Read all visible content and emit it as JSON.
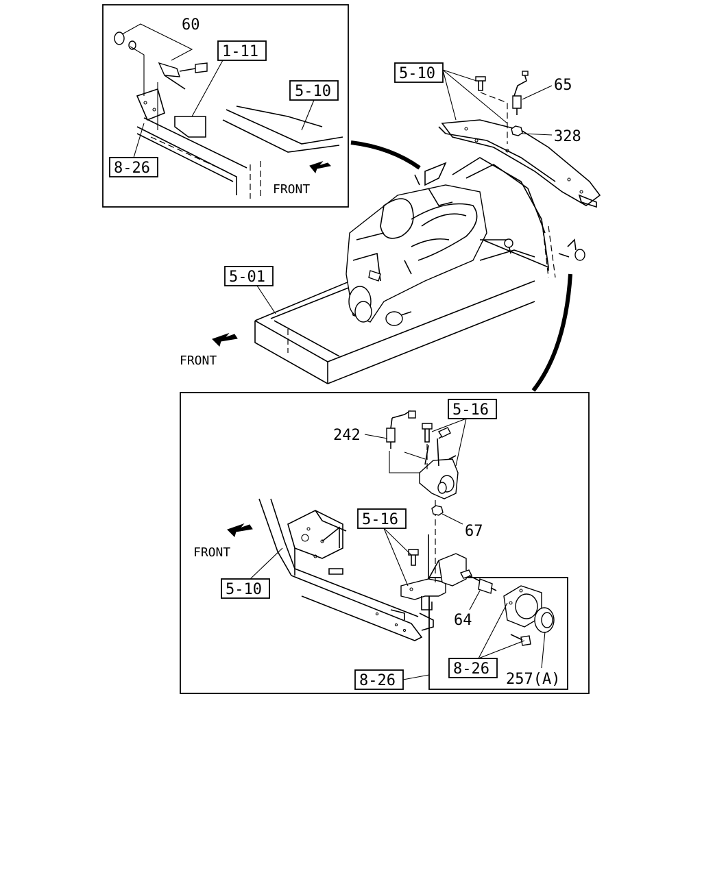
{
  "top_inset": {
    "callouts": {
      "part_60": "60"
    },
    "refs": {
      "ref_1_11": "1-11",
      "ref_5_10": "5-10",
      "ref_8_26": "8-26"
    },
    "front": "FRONT"
  },
  "main_view": {
    "callouts": {
      "part_65": "65",
      "part_328": "328"
    },
    "refs": {
      "ref_5_10": "5-10",
      "ref_5_01": "5-01"
    },
    "front": "FRONT"
  },
  "bottom_inset": {
    "callouts": {
      "part_242": "242",
      "part_67": "67",
      "part_64": "64",
      "part_257": "257(A)"
    },
    "refs": {
      "ref_5_16_top": "5-16",
      "ref_5_16_mid": "5-16",
      "ref_5_10": "5-10",
      "ref_8_26_inner": "8-26",
      "ref_8_26_outer": "8-26"
    },
    "front": "FRONT"
  }
}
